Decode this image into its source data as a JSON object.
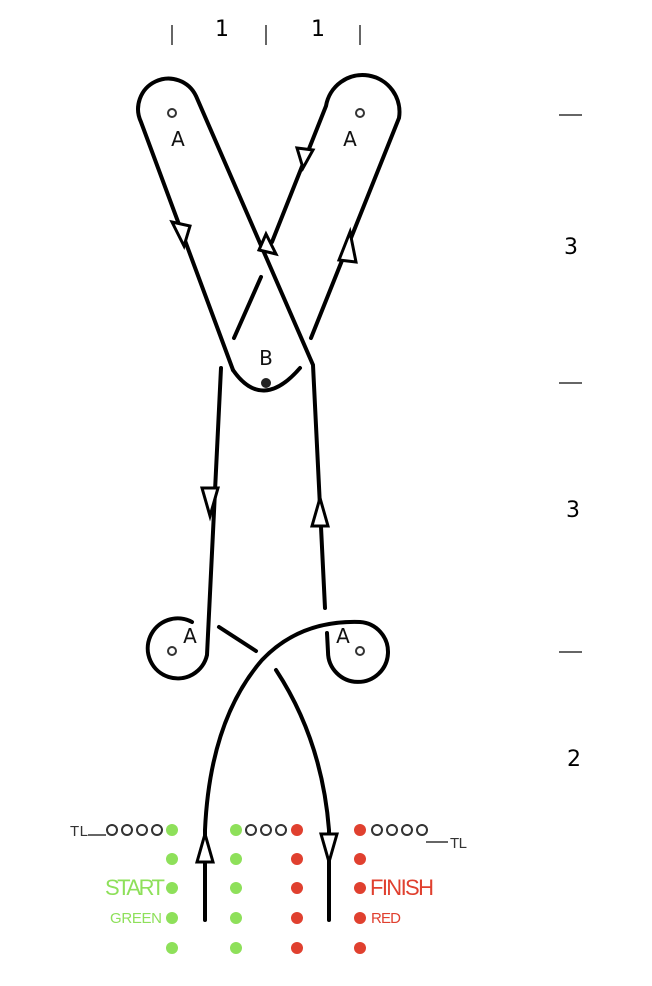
{
  "dimensions": {
    "top": [
      "1",
      "1"
    ],
    "right": [
      "3",
      "3",
      "2"
    ]
  },
  "markers": {
    "top_left": "A",
    "top_right": "A",
    "center": "B",
    "lower_left": "A",
    "lower_right": "A"
  },
  "start": {
    "label": "START",
    "sublabel": "GREEN",
    "color": "#8ee05a"
  },
  "finish": {
    "label": "FINISH",
    "sublabel": "RED",
    "color": "#e0402f"
  },
  "timing_lights": {
    "left": "TL",
    "right": "TL"
  }
}
